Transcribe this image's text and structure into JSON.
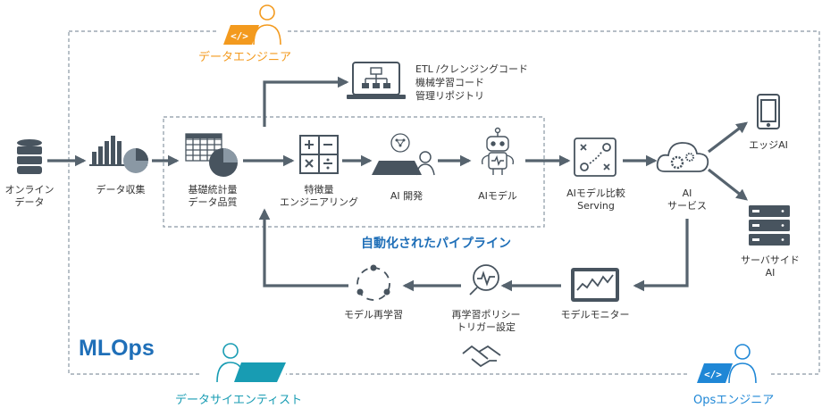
{
  "colors": {
    "dark": "#48545f",
    "arrow": "#56636e",
    "orange": "#f39a1e",
    "teal": "#189cb3",
    "blue": "#1f87d6",
    "border": "#8a98a4",
    "title_blue": "#1f6fb8"
  },
  "roles": {
    "data_engineer": "データエンジニア",
    "data_scientist": "データサイエンティスト",
    "ops_engineer": "Opsエンジニア",
    "code_symbol": "</>"
  },
  "frame": {
    "title": "MLOps",
    "pipeline_label": "自動化されたパイプライン"
  },
  "repo": {
    "line1": "ETL /クレンジングコード",
    "line2": "機械学習コード",
    "line3": "管理リポジトリ"
  },
  "nodes": {
    "online_data": [
      "オンライン",
      "データ"
    ],
    "data_collection": [
      "データ収集"
    ],
    "basic_stats": [
      "基礎統計量",
      "データ品質"
    ],
    "feature_eng": [
      "特徴量",
      "エンジニアリング"
    ],
    "ai_dev": [
      "AI 開発"
    ],
    "ai_model": [
      "AIモデル"
    ],
    "ai_compare": [
      "AIモデル比較",
      "Serving"
    ],
    "ai_service": [
      "AI",
      "サービス"
    ],
    "edge_ai": [
      "エッジAI"
    ],
    "server_ai": [
      "サーバサイド",
      "AI"
    ],
    "model_monitor": [
      "モデルモニター"
    ],
    "retrain_policy": [
      "再学習ポリシー",
      "トリガー設定"
    ],
    "model_retrain": [
      "モデル再学習"
    ]
  }
}
